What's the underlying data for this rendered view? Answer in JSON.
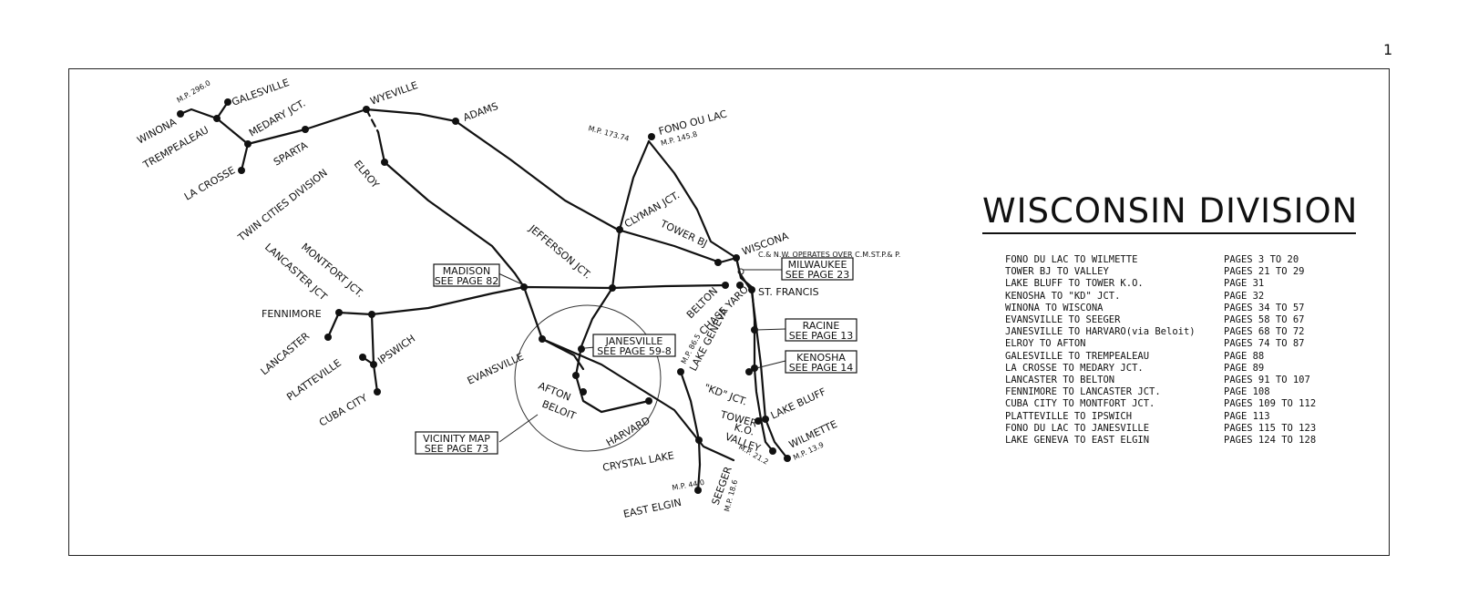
{
  "page_number": "1",
  "title": "WISCONSIN DIVISION",
  "index": [
    {
      "route": "FONO DU LAC TO WILMETTE",
      "pages": "PAGES  3  TO 20"
    },
    {
      "route": "TOWER BJ TO VALLEY",
      "pages": "PAGES 21  TO 29"
    },
    {
      "route": "LAKE BLUFF TO TOWER K.O.",
      "pages": "PAGE  31"
    },
    {
      "route": "KENOSHA TO \"KD\" JCT.",
      "pages": "PAGE  32"
    },
    {
      "route": "WINONA TO WISCONA",
      "pages": "PAGES 34  TO 57"
    },
    {
      "route": "EVANSVILLE TO SEEGER",
      "pages": "PAGES 58  TO 67"
    },
    {
      "route": "JANESVILLE TO HARVARO(via Beloit)",
      "pages": "PAGES 68  TO 72"
    },
    {
      "route": "ELROY TO AFTON",
      "pages": "PAGES 74  TO 87"
    },
    {
      "route": "GALESVILLE TO TREMPEALEAU",
      "pages": "PAGE  88"
    },
    {
      "route": "LA CROSSE TO MEDARY JCT.",
      "pages": "PAGE  89"
    },
    {
      "route": "LANCASTER TO BELTON",
      "pages": "PAGES 91  TO 107"
    },
    {
      "route": "FENNIMORE TO LANCASTER JCT.",
      "pages": "PAGE 108"
    },
    {
      "route": "CUBA CITY TO MONTFORT JCT.",
      "pages": "PAGES 109 TO 112"
    },
    {
      "route": "PLATTEVILLE TO IPSWICH",
      "pages": "PAGE 113"
    },
    {
      "route": "FONO DU LAC TO JANESVILLE",
      "pages": "PAGES 115 TO 123"
    },
    {
      "route": "LAKE GENEVA TO EAST ELGIN",
      "pages": "PAGES 124 TO 128"
    }
  ],
  "stations": {
    "winona": "WINONA",
    "mp_winona": "M.P. 296.0",
    "galesville": "GALESVILLE",
    "trempealeau": "TREMPEALEAU",
    "medary_jct": "MEDARY JCT.",
    "la_crosse": "LA CROSSE",
    "sparta": "SPARTA",
    "wyeville": "WYEVILLE",
    "adams": "ADAMS",
    "elroy": "ELROY",
    "twin_cities": "TWIN CITIES DIVISION",
    "fond_du_lac": "FONO OU LAC",
    "mp_fdl_1": "M.P. 173.74",
    "mp_fdl_2": "M.P. 145.8",
    "clyman_jct": "CLYMAN JCT.",
    "tower_bj": "TOWER BJ",
    "wiscona": "WISCONA",
    "cnw_note": "C.& N.W. OPERATES OVER C.M.ST.P.& P.",
    "jefferson_jct": "JEFFERSON JCT.",
    "montfort_jct": "MONTFORT JCT.",
    "lancaster_jct": "LANCASTER JCT",
    "fennimore": "FENNIMORE",
    "lancaster": "LANCASTER",
    "platteville": "PLATTEVILLE",
    "ipswich": "IPSWICH",
    "cuba_city": "CUBA CITY",
    "evansville": "EVANSVILLE",
    "afton": "AFTON",
    "beloit": "BELOIT",
    "harvard": "HARVARD",
    "belton": "BELTON",
    "chase_yard": "CHASE YARO",
    "st_francis": "ST. FRANCIS",
    "lake_geneva": "LAKE GENEVA",
    "mp_lake_geneva": "M.P. 86.5",
    "kd_jct": "\"KD\" JCT.",
    "tower_ko_1": "TOWER",
    "tower_ko_2": "K.O.",
    "lake_bluff": "LAKE BLUFF",
    "valley": "VALLEY",
    "mp_valley": "M.P. 21.2",
    "wilmette": "WILMETTE",
    "mp_wilmette": "M.P. 13.9",
    "crystal_lake": "CRYSTAL LAKE",
    "east_elgin": "EAST ELGIN",
    "mp_east_elgin": "M.P. 44.0",
    "seeger": "SEEGER",
    "mp_seeger": "M.P. 18.6"
  },
  "boxes": {
    "madison_1": "MADISON",
    "madison_2": "SEE PAGE 82",
    "milwaukee_1": "MILWAUKEE",
    "milwaukee_2": "SEE PAGE 23",
    "racine_1": "RACINE",
    "racine_2": "SEE PAGE 13",
    "kenosha_1": "KENOSHA",
    "kenosha_2": "SEE PAGE 14",
    "janesville_1": "JANESVILLE",
    "janesville_2": "SEE PAGE 59-8",
    "vicinity_1": "VICINITY MAP",
    "vicinity_2": "SEE PAGE 73"
  }
}
